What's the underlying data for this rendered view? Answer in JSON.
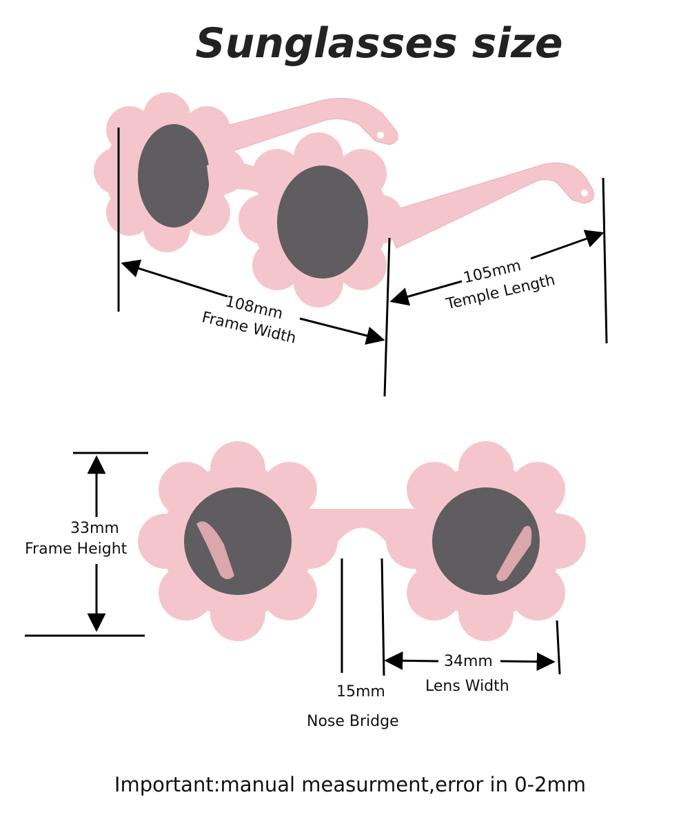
{
  "title": "Sunglasses size",
  "colors": {
    "frame": "#f4c6cb",
    "frame_shade": "#e9aeb5",
    "lens": "#5f5d5f",
    "line": "#000000",
    "text": "#111111"
  },
  "measurements": {
    "frame_width": {
      "value": "108mm",
      "label": "Frame Width"
    },
    "temple_length": {
      "value": "105mm",
      "label": "Temple Length"
    },
    "frame_height": {
      "value": "33mm",
      "label": "Frame Height"
    },
    "nose_bridge": {
      "value": "15mm",
      "label": "Nose Bridge"
    },
    "lens_width": {
      "value": "34mm",
      "label": "Lens Width"
    }
  },
  "note": "Important:manual measurment,error in 0-2mm"
}
